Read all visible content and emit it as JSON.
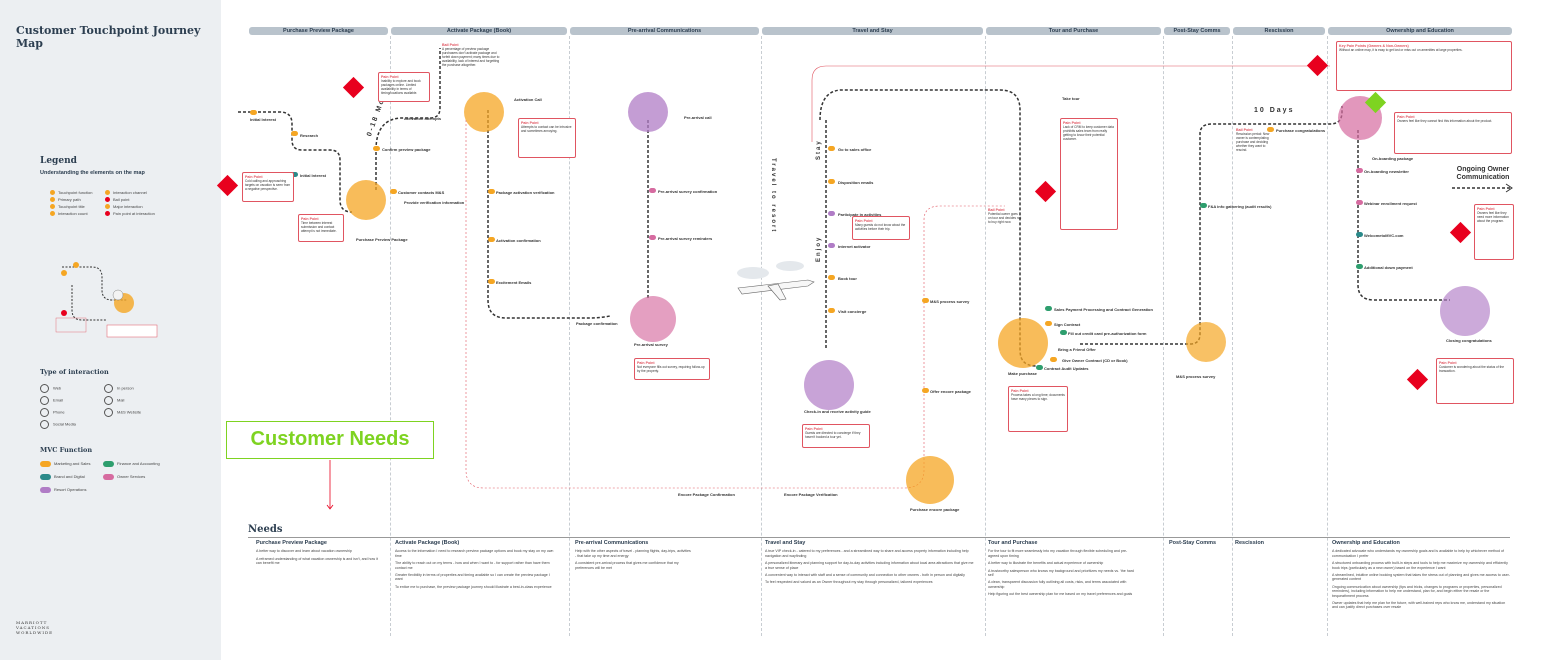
{
  "sidebar": {
    "title": "Customer Touchpoint Journey Map",
    "legend_title": "Legend",
    "legend_subtitle": "Understanding the elements on the map",
    "legend_items": [
      "Touchpoint function",
      "Primary path",
      "Touchpoint title",
      "Interaction count",
      "Interaction channel",
      "Bail point",
      "Major interaction",
      "Pain point at interaction"
    ],
    "type_title": "Type of interaction",
    "types": [
      "Web",
      "In person",
      "Email",
      "Mail",
      "Phone",
      "M&S Website",
      "Social Media"
    ],
    "mvc_title": "MVC Function",
    "mvc": [
      {
        "label": "Marketing and Sales",
        "color": "#f5a623"
      },
      {
        "label": "Finance and Accounting",
        "color": "#2e9e6e"
      },
      {
        "label": "Brand and Digital",
        "color": "#2b8a8a"
      },
      {
        "label": "Owner Services",
        "color": "#d66ba0"
      },
      {
        "label": "Resort Operations",
        "color": "#b07cc6"
      }
    ],
    "logo_lines": [
      "MARRIOTT",
      "VACATIONS",
      "WORLDWIDE"
    ]
  },
  "phases": [
    {
      "label": "Purchase Preview Package"
    },
    {
      "label": "Activate Package (Book)"
    },
    {
      "label": "Pre-arrival Communications"
    },
    {
      "label": "Travel and Stay"
    },
    {
      "label": "Tour and Purchase"
    },
    {
      "label": "Post-Stay Comms"
    },
    {
      "label": "Rescission"
    },
    {
      "label": "Ownership and Education"
    }
  ],
  "map": {
    "months_label": "0-18 Months",
    "days_label": "10 Days",
    "travel_label": "Travel to resort",
    "stay_label": "Stay",
    "enjoy_label": "Enjoy",
    "owner_comm": "Ongoing Owner Communication",
    "steps": [
      "Initial Interest",
      "Research",
      "Initial Interest",
      "Confirm preview package",
      "Activation attempts",
      "Customer contacts M&S",
      "Provide verification information",
      "Purchase Preview Package",
      "Activation Call",
      "Package activation verification",
      "Activation confirmation",
      "Excitement Emails",
      "Package confirmation",
      "Pre-arrival call",
      "Pre-arrival survey confirmation",
      "Pre-arrival survey reminders",
      "Pre-arrival survey",
      "Go to sales office",
      "Disposition emails",
      "Participate in activities",
      "Internet activator",
      "Book tour",
      "Visit concierge",
      "Check-in and receive activity guide",
      "Take tour",
      "M&S process survey",
      "Offer encore package",
      "Encore Package Confirmation",
      "Encore Package Verification",
      "Purchase encore package",
      "Sales Payment Processing and Contract Generation",
      "Sign Contract",
      "Fill out credit card pre-authorization form",
      "Bring a Friend Offer",
      "Give Owner Contract (CD or Book)",
      "Contract Audit Updates",
      "Make purchase",
      "M&S process survey",
      "F&A info gathering (audit results)",
      "Purchase congratulations",
      "On-boarding package",
      "On-boarding newsletter",
      "Webinar enrollment request",
      "WelcometoMVC.com",
      "Additional down payment",
      "Closing congratulations"
    ],
    "pain_points": [
      {
        "title": "Pain Point",
        "text": "Cold calling and approaching targets on vacation is seen from a negative perspective."
      },
      {
        "title": "Pain Point",
        "text": "Inability to explore and book packages online. Limited availability in terms of timing/locations available."
      },
      {
        "title": "Bail Point",
        "text": "A percentage of preview package purchasers don't activate package and forfeit down payment; many times due to availability, lack of interest and forgetting the purchase altogether."
      },
      {
        "title": "Pain Point",
        "text": "Attempts to contact can be intrusive and sometimes annoying."
      },
      {
        "title": "Pain Point",
        "text": "Time between interest submission and contact attempt is not immediate."
      },
      {
        "title": "Pain Point",
        "text": "Not everyone fills out survey, requiring follow-up by the property."
      },
      {
        "title": "Pain Point",
        "text": "Many guests do not know about the activities before their trip."
      },
      {
        "title": "Pain Point",
        "text": "Guests are directed to concierge if they haven't booked a tour yet."
      },
      {
        "title": "Bail Point",
        "text": "Potential owner goes on tour and decides not to buy right now."
      },
      {
        "title": "Pain Point",
        "text": "Lack of CRM to keep customer data prohibits sales team from really getting to know their potential customer."
      },
      {
        "title": "Pain Point",
        "text": "Process takes a long time; documents have many pieces to sign."
      },
      {
        "title": "Bail Point",
        "text": "Rescission period: New owner is contemplating purchase and deciding whether they want to rescind."
      },
      {
        "title": "Pain Point",
        "text": "Owners feel like they cannot find this information about the product."
      },
      {
        "title": "Pain Point",
        "text": "Owners feel like they need more information about the program."
      },
      {
        "title": "Pain Point",
        "text": "Customer is wondering about the status of the transaction."
      },
      {
        "title": "Key Pain Points (Owners & Non-Owners)",
        "text": "Without an online map, it is easy to get lost or miss out on amenities at large properties."
      }
    ]
  },
  "annotation": {
    "customer_needs": "Customer Needs"
  },
  "needs": {
    "title": "Needs",
    "columns": [
      {
        "heading": "Purchase Preview Package",
        "items": [
          "A better way to discover and learn about vacation ownership",
          "A reframed understanding of what vacation ownership is and isn't, and how it can benefit me"
        ]
      },
      {
        "heading": "Activate Package (Book)",
        "items": [
          "Access to the information I need to research preview package options and book my stay on my own time",
          "The ability to reach out on my terms - how and when I want to - for support rather than have them contact me",
          "Greater flexibility in terms of properties and timing available so I can create the preview package I want",
          "To entice me to purchase, the preview package journey should illustrate a best-in-class experience"
        ]
      },
      {
        "heading": "Pre-arrival Communications",
        "items": [
          "Help with the other aspects of travel - planning flights, day-trips, activities - that take up my time and energy",
          "A consistent pre-arrival process that gives me confidence that my preferences will be met"
        ]
      },
      {
        "heading": "Travel and Stay",
        "items": [
          "A true VIP check-in - catered to my preferences - and a streamlined way to share and access property information including help navigation and wayfinding",
          "A personalized itinerary and planning support for day-to-day activities including information about local area attractions that give me a true sense of place",
          "A convenient way to interact with staff and a sense of community and connection to other owners - both in person and digitally",
          "To feel respected and valued as an Owner throughout my stay through personalized, tailored experiences"
        ]
      },
      {
        "heading": "Tour and Purchase",
        "items": [
          "For the tour to fit more seamlessly into my vacation through flexible scheduling and pre-agreed upon timing",
          "A better way to illustrate the benefits and actual experience of ownership",
          "A trustworthy salesperson who knows my background and prioritizes my needs vs. 'the hard sell'",
          "A clean, transparent discussion fully outlining all costs, risks, and terms associated with ownership",
          "Help figuring out the best ownership plan for me based on my travel preferences and goals"
        ]
      },
      {
        "heading": "Post-Stay Comms",
        "items": []
      },
      {
        "heading": "Rescission",
        "items": []
      },
      {
        "heading": "Ownership and Education",
        "items": [
          "A dedicated advocate who understands my ownership goals and is available to help by whichever method of communication I prefer",
          "A structured onboarding process with built-in steps and tools to help me maximize my ownership and efficiently book trips (particularly as a new owner) based on the experience I want",
          "A streamlined, intuitive online booking system that takes the stress out of planning and gives me access to user-generated content",
          "Ongoing communication about ownership (tips and tricks, changes to programs or properties, personalized reminders), including information to help me understand, plan for, and begin either the resale or the bequeathment process",
          "Owner updates that help me plan for the future, with well-trained reps who know me, understand my situation and can justify direct purchases over resale"
        ]
      }
    ]
  },
  "colors": {
    "accent_green": "#7ed321",
    "pain_red": "#e8001e",
    "phase_bar": "#b9c3cc",
    "marketing_orange": "#f5a623"
  }
}
